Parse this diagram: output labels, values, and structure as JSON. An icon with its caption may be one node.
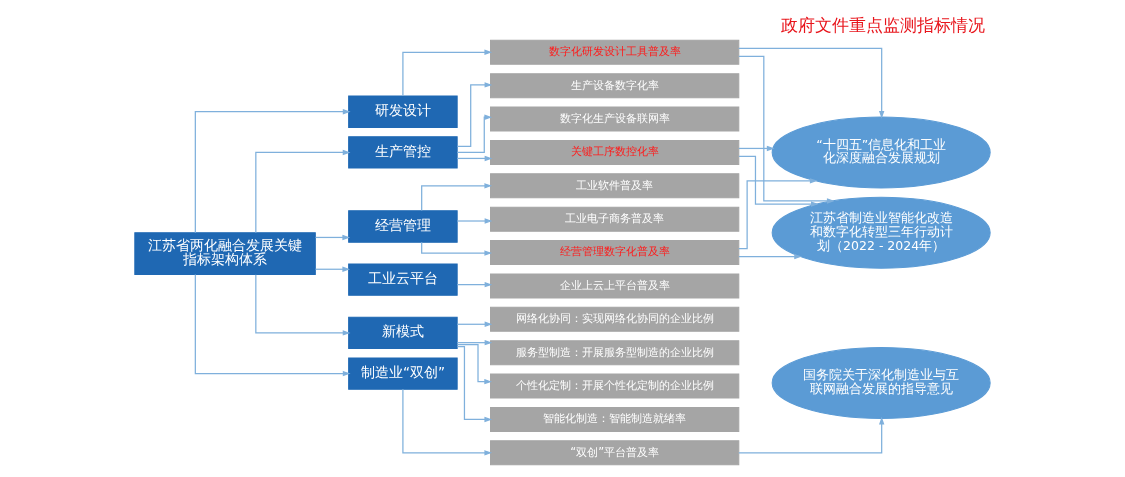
{
  "diagram": {
    "title": "政府文件重点监测指标情况",
    "nodes": [
      {
        "text": [
          "江苏省两化融合发展关键指标架构体系"
        ]
      },
      {
        "text": [
          "研发设计"
        ]
      },
      {
        "text": [
          "生产管控"
        ]
      },
      {
        "text": [
          "经营管理"
        ]
      },
      {
        "text": [
          "工业云平台"
        ]
      },
      {
        "text": [
          "新模式"
        ]
      },
      {
        "text": [
          "制造业“双创”"
        ]
      },
      {
        "text": [
          "数字化研发设计工具普及率"
        ]
      },
      {
        "text": [
          "生产设备数字化率"
        ]
      },
      {
        "text": [
          "数字化生产设备联网率"
        ]
      },
      {
        "text": [
          "关键工序数控化率"
        ]
      },
      {
        "text": [
          "工业软件普及率"
        ]
      },
      {
        "text": [
          "工业电子商务普及率"
        ]
      },
      {
        "text": [
          "经营管理数字化普及率"
        ]
      },
      {
        "text": [
          "企业上云上平台普及率"
        ]
      },
      {
        "text": [
          "网络化协同：实现网络化协同的企业比例"
        ]
      },
      {
        "text": [
          "服务型制造：开展服务型制造的企业比例"
        ]
      },
      {
        "text": [
          "个性化定制：开展个性化定制的企业比例"
        ]
      },
      {
        "text": [
          "智能化制造：智能制造就绪率"
        ]
      },
      {
        "text": [
          "“双创”平台普及率"
        ]
      },
      {
        "text": [
          "“十四五”信息化和工业化深度融合发展规划"
        ]
      },
      {
        "text": [
          "江苏省制造业智能化改造和数字化转型三年行动计划（2022 - 2024年）"
        ]
      },
      {
        "text": [
          "国务院关于深化制造业与互联网融合发展的指导意见"
        ]
      }
    ],
    "edges": [
      {
        "from": 0,
        "to": 1,
        "arrow": "to"
      },
      {
        "from": 0,
        "to": 2,
        "arrow": "to"
      },
      {
        "from": 0,
        "to": 3,
        "arrow": "to"
      },
      {
        "from": 0,
        "to": 4,
        "arrow": "to"
      },
      {
        "from": 0,
        "to": 5,
        "arrow": "to"
      },
      {
        "from": 0,
        "to": 6,
        "arrow": "to"
      },
      {
        "from": 1,
        "to": 7,
        "arrow": "to"
      },
      {
        "from": 2,
        "to": 8,
        "arrow": "to"
      },
      {
        "from": 2,
        "to": 9,
        "arrow": "to"
      },
      {
        "from": 2,
        "to": 10,
        "arrow": "to"
      },
      {
        "from": 3,
        "to": 11,
        "arrow": "to"
      },
      {
        "from": 3,
        "to": 12,
        "arrow": "to"
      },
      {
        "from": 3,
        "to": 13,
        "arrow": "to"
      },
      {
        "from": 4,
        "to": 14,
        "arrow": "to"
      },
      {
        "from": 5,
        "to": 15,
        "arrow": "to"
      },
      {
        "from": 5,
        "to": 16,
        "arrow": "to"
      },
      {
        "from": 5,
        "to": 17,
        "arrow": "to"
      },
      {
        "from": 5,
        "to": 18,
        "arrow": "to"
      },
      {
        "from": 6,
        "to": 19,
        "arrow": "to"
      },
      {
        "from": 7,
        "to": 20,
        "arrow": "to"
      },
      {
        "from": 7,
        "to": 21,
        "arrow": "to"
      },
      {
        "from": 10,
        "to": 20,
        "arrow": "to"
      },
      {
        "from": 10,
        "to": 21,
        "arrow": "to"
      },
      {
        "from": 13,
        "to": 20,
        "arrow": "to"
      },
      {
        "from": 13,
        "to": 21,
        "arrow": "to"
      },
      {
        "from": 19,
        "to": 22,
        "arrow": "to"
      }
    ]
  }
}
